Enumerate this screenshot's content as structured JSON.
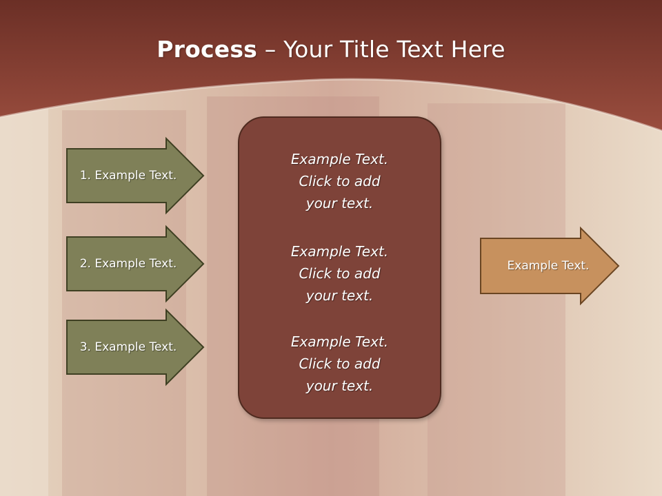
{
  "slide": {
    "title_bold": "Process",
    "title_rest": " – Your Title Text Here",
    "left_items": [
      "1. Example Text.",
      "2. Example Text.",
      "3. Example Text."
    ],
    "center_blocks": [
      [
        "Example Text.",
        "Click  to add",
        "your text."
      ],
      [
        "Example Text.",
        "Click  to add",
        "your text."
      ],
      [
        "Example Text.",
        "Click  to add",
        "your text."
      ]
    ],
    "right_item": "Example Text."
  },
  "colors": {
    "header": "#8d4437",
    "left_arrow_fill": "#7f8058",
    "center_box_fill": "#7e4339",
    "right_arrow_fill": "#c7915e"
  }
}
